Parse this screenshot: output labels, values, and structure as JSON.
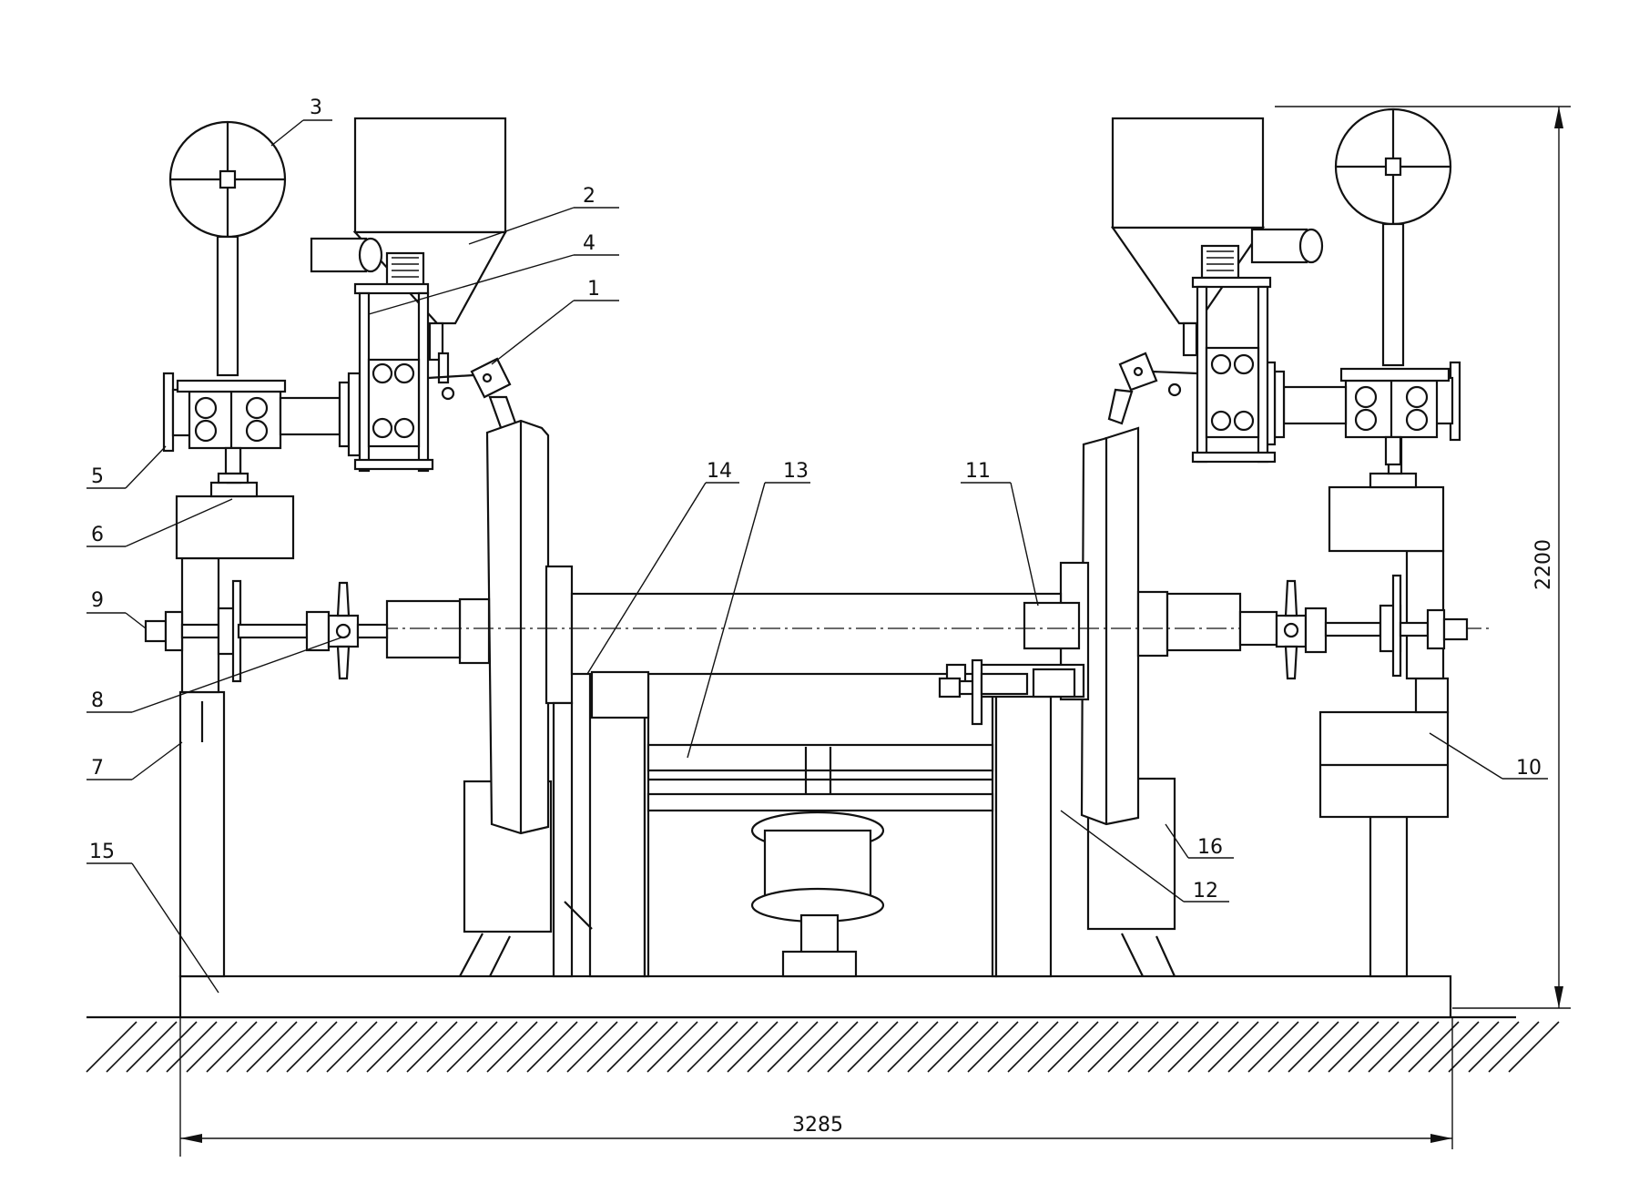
{
  "labels": {
    "l1": "1",
    "l2": "2",
    "l3": "3",
    "l4": "4",
    "l5": "5",
    "l6": "6",
    "l7": "7",
    "l8": "8",
    "l9": "9",
    "l10": "10",
    "l11": "11",
    "l12": "12",
    "l13": "13",
    "l14": "14",
    "l15": "15",
    "l16": "16"
  },
  "dimensions": {
    "width": "3285",
    "height": "2200"
  }
}
